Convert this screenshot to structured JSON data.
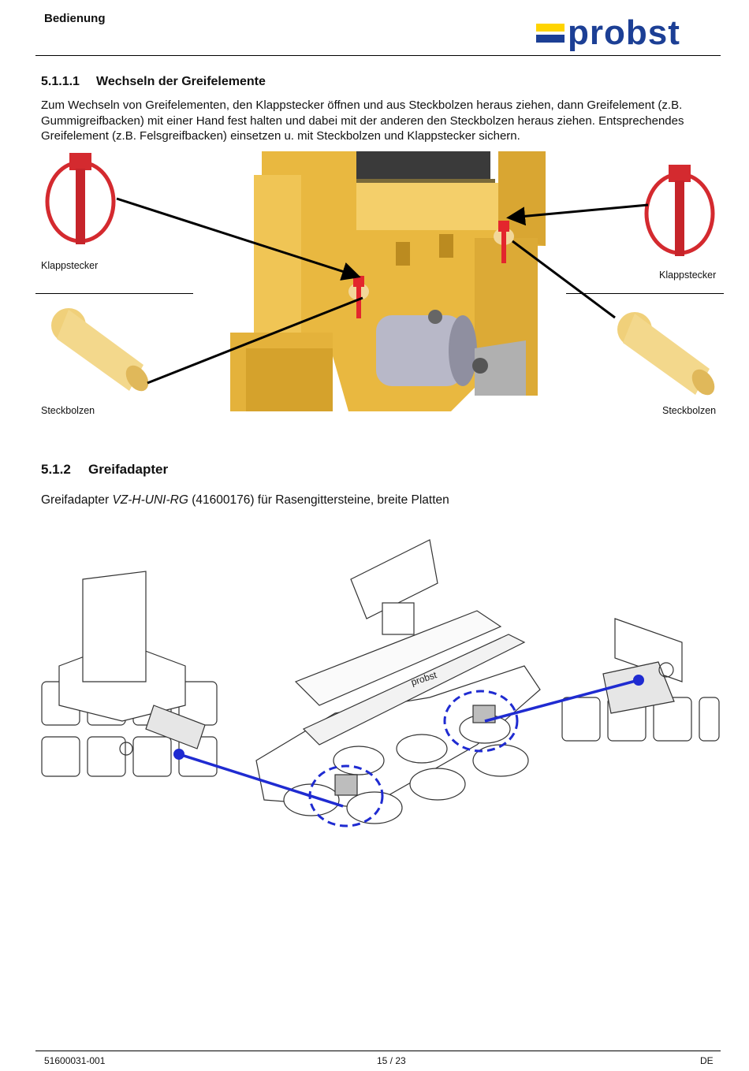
{
  "header": {
    "title": "Bedienung",
    "logo_text": "probst",
    "brand_colors": {
      "yellow": "#ffd400",
      "blue": "#1c3f95"
    }
  },
  "section_1": {
    "number": "5.1.1.1",
    "title": "Wechseln der Greifelemente",
    "text": "Zum Wechseln von Greifelementen, den Klappstecker öffnen und aus Steckbolzen heraus ziehen, dann Greifelement (z.B. Gummigreifbacken) mit einer Hand fest halten und dabei mit der anderen den Steckbolzen heraus ziehen. Entsprechendes Greifelement (z.B. Felsgreifbacken) einsetzen u. mit Steckbolzen und Klappstecker sichern.",
    "labels": {
      "klappstecker_left": "Klappstecker",
      "klappstecker_right": "Klappstecker",
      "steckbolzen_left": "Steckbolzen",
      "steckbolzen_right": "Steckbolzen"
    }
  },
  "section_2": {
    "number": "5.1.2",
    "title": "Greifadapter",
    "subtitle_pre": "Greifadapter ",
    "subtitle_italic": "VZ-H-UNI-RG",
    "subtitle_post": " (41600176) für Rasengittersteine, breite Platten",
    "machine_label": "probst"
  },
  "footer": {
    "doc_number": "51600031-001",
    "page": "15 / 23",
    "lang": "DE"
  }
}
